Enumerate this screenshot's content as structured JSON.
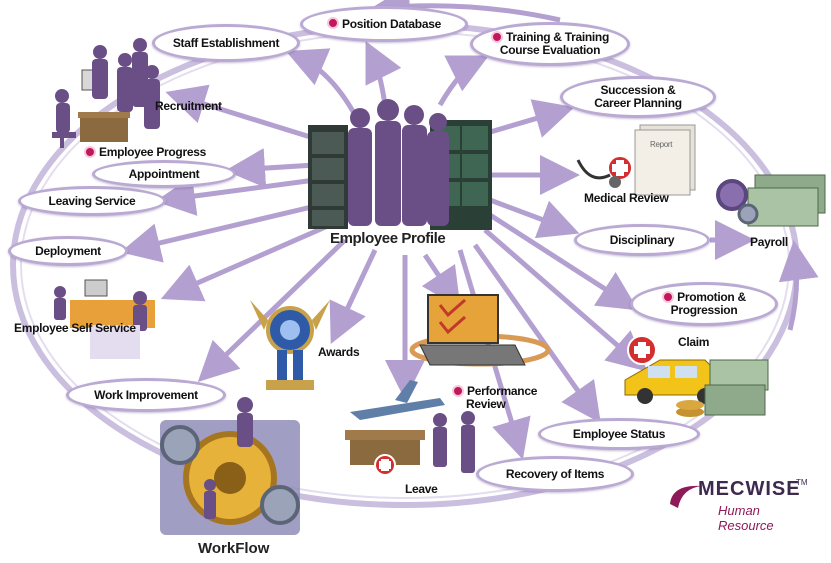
{
  "center": {
    "label": "Employee Profile"
  },
  "nodes": {
    "staff_establishment": "Staff Establishment",
    "position_database": "Position Database",
    "training": "Training & Training Course Evaluation",
    "succession": "Succession & Career Planning",
    "recruitment": "Recruitment",
    "employee_progress": "Employee Progress",
    "appointment": "Appointment",
    "leaving_service": "Leaving Service",
    "deployment": "Deployment",
    "self_service": "Employee Self Service",
    "work_improvement": "Work Improvement",
    "workflow": "WorkFlow",
    "awards": "Awards",
    "leave": "Leave",
    "performance_review": "Performance Review",
    "recovery_of_items": "Recovery of Items",
    "employee_status": "Employee Status",
    "claim": "Claim",
    "promotion": "Promotion & Progression",
    "disciplinary": "Disciplinary",
    "payroll": "Payroll",
    "medical_review": "Medical Review"
  },
  "training_lines": [
    "Training & Training",
    "Course Evaluation"
  ],
  "succession_lines": [
    "Succession &",
    "Career Planning"
  ],
  "promotion_lines": [
    "Promotion &",
    "Progression"
  ],
  "performance_lines": [
    "Performance",
    "Review"
  ],
  "report_label": "Report",
  "logo": {
    "brand": "MECWISE",
    "tm": "TM",
    "subtitle": "Human Resource"
  },
  "colors": {
    "arrow": "#b3a0d0",
    "pill_border": "#b9a9d3",
    "accent": "#8e1b57",
    "silhouette": "#6a4f87"
  }
}
